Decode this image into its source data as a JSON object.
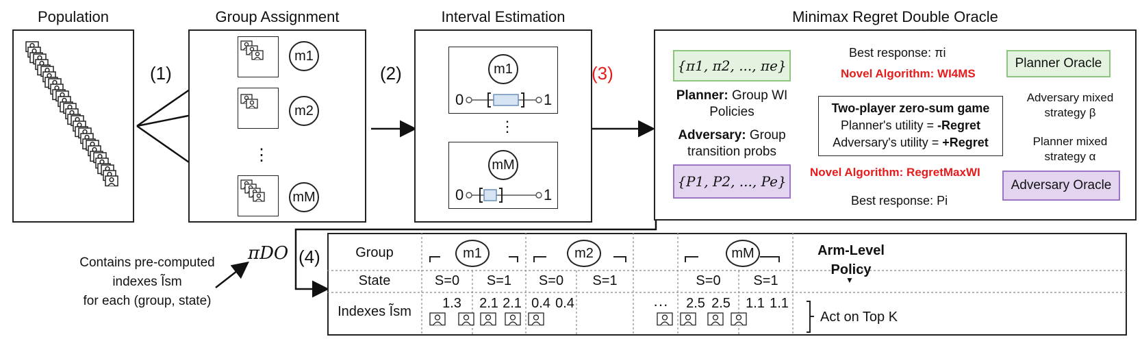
{
  "titles": {
    "population": "Population",
    "group_assignment": "Group Assignment",
    "interval_estimation": "Interval Estimation",
    "minimax": "Minimax Regret Double Oracle"
  },
  "steps": {
    "s1": "(1)",
    "s2": "(2)",
    "s3": "(3)",
    "s4": "(4)"
  },
  "groups": {
    "g1": "m1",
    "g2": "m2",
    "gM": "mM",
    "vdots": "⋮"
  },
  "interval": {
    "zero": "0",
    "one": "1",
    "vdots": "⋮"
  },
  "oracle": {
    "planner_set": "{π1, π2, ..., πe}",
    "adversary_set": "{P1, P2, ..., Pe}",
    "planner_label_bold": "Planner:",
    "planner_label_rest": " Group WI",
    "planner_label_line2": "Policies",
    "adversary_label_bold": "Adversary:",
    "adversary_label_rest": " Group",
    "adversary_label_line2": "transition probs",
    "game_title": "Two-player zero-sum game",
    "game_line1_pre": "Planner's utility = ",
    "game_line1_bold": "-Regret",
    "game_line2_pre": "Adversary's utility = ",
    "game_line2_bold": "+Regret",
    "best_response_top": "Best response: πi",
    "best_response_bottom": "Best response: Pi",
    "novel_top": "Novel Algorithm: WI4MS",
    "novel_bottom": "Novel Algorithm: RegretMaxWI",
    "planner_oracle": "Planner Oracle",
    "adversary_oracle": "Adversary Oracle",
    "adv_mixed_1": "Adversary mixed",
    "adv_mixed_2": "strategy β",
    "plan_mixed_1": "Planner mixed",
    "plan_mixed_2": "strategy α"
  },
  "policy": {
    "pi_do": "πDO",
    "note_1": "Contains pre-computed",
    "note_2": "indexes Ĩsm",
    "note_3": "for each (group, state)",
    "row_group": "Group",
    "row_state": "State",
    "row_indexes": "Indexes Ĩsm",
    "arm_level_1": "Arm-Level",
    "arm_level_2": "Policy",
    "act": "Act on Top K",
    "ellipsis": "···",
    "states": [
      "S=0",
      "S=1",
      "S=0",
      "S=1",
      "S=0",
      "S=1"
    ],
    "values": [
      "1.3",
      "2.1",
      "2.1",
      "0.4",
      "0.4",
      "2.5",
      "2.5",
      "1.1",
      "1.1"
    ]
  }
}
